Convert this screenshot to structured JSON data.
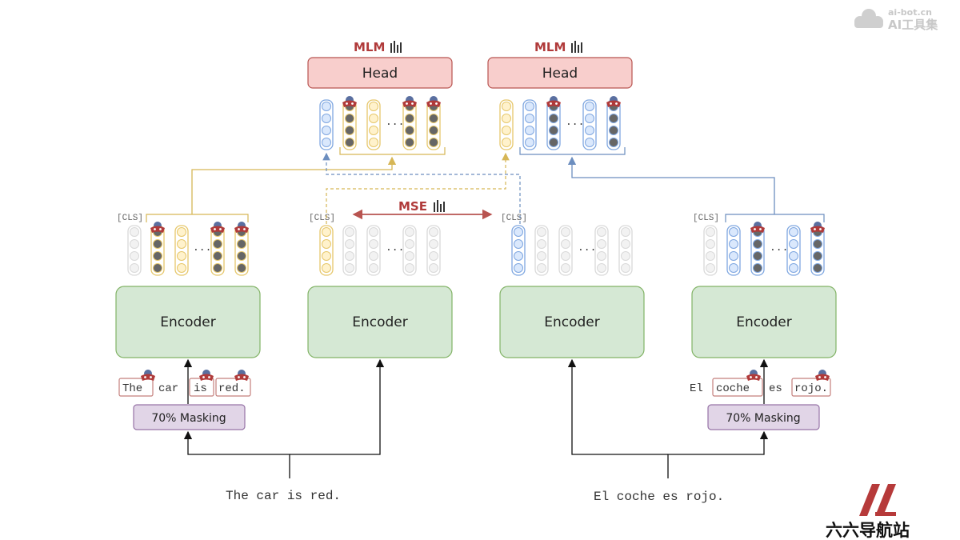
{
  "diagram": {
    "head_label": "Head",
    "mlm_label": "MLM",
    "mse_label": "MSE",
    "encoder_label": "Encoder",
    "masking_label": "70% Masking",
    "cls_label": "[CLS]",
    "ellipsis": "...",
    "english_sentence": "The car is red.",
    "spanish_sentence": "El coche es rojo.",
    "english_tokens": [
      "The",
      "car",
      "is",
      "red."
    ],
    "spanish_tokens": [
      "El",
      "coche",
      "es",
      "rojo."
    ],
    "colors": {
      "head_fill": "#f8cecc",
      "head_stroke": "#b85450",
      "encoder_fill": "#d5e8d4",
      "encoder_stroke": "#82b366",
      "masking_fill": "#e1d5e7",
      "masking_stroke": "#9673a6",
      "yellow": "#e6c76b",
      "yellow_fill": "#fff2cc",
      "blue": "#7ea6e0",
      "blue_fill": "#dae8fc",
      "grey_fill": "#f2f2f2",
      "masked_fill": "#666666",
      "mse_arrow": "#b85450"
    }
  },
  "watermark": {
    "url": "ai-bot.cn",
    "name": "AI工具集"
  },
  "brand": {
    "name": "六六导航站"
  }
}
